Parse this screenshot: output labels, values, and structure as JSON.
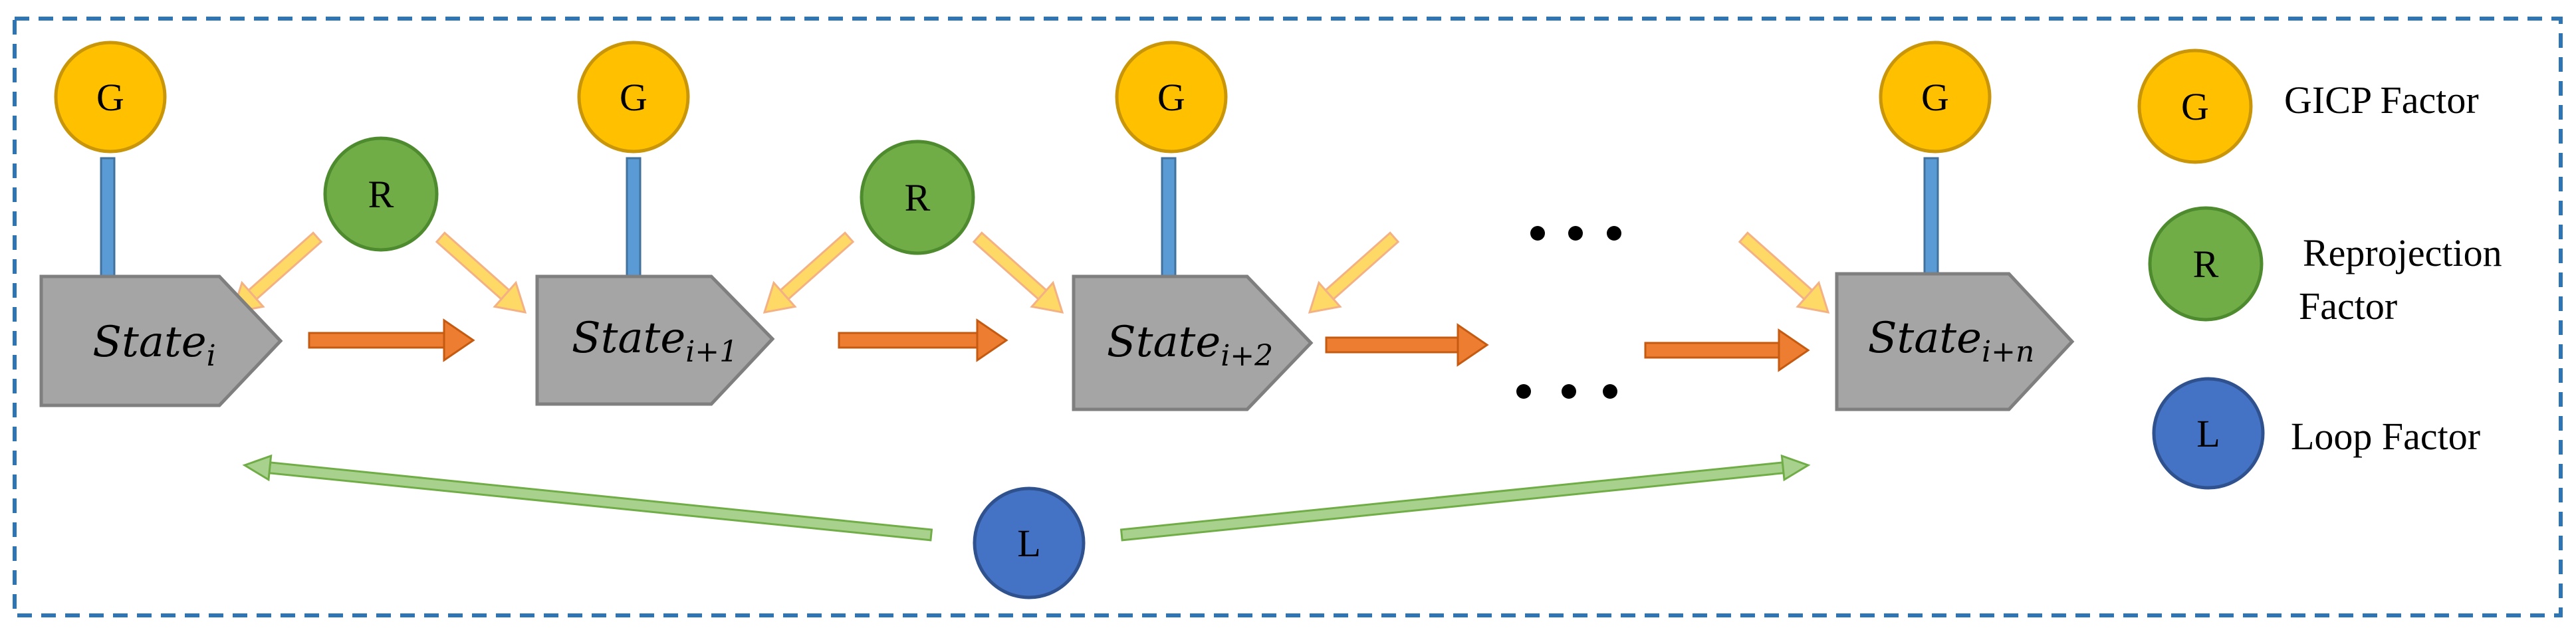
{
  "states": [
    {
      "base": "State",
      "sub": "i"
    },
    {
      "base": "State",
      "sub": "i+1"
    },
    {
      "base": "State",
      "sub": "i+2"
    },
    {
      "base": "State",
      "sub": "i+n"
    }
  ],
  "factors": {
    "gicp": {
      "letter": "G",
      "fill": "#FFC000",
      "stroke": "#C9960A"
    },
    "reprojection": {
      "letter": "R",
      "fill": "#70AD47",
      "stroke": "#4E8A2E"
    },
    "loop": {
      "letter": "L",
      "fill": "#4472C4",
      "stroke": "#2F528F"
    }
  },
  "colors": {
    "state_fill": "#A5A5A5",
    "state_stroke": "#7F7F7F",
    "gicp_arrow": "#5B9BD5",
    "reprojection_arrow": "#FFD966",
    "sequence_arrow": "#ED7D31",
    "loop_arrow": "#A9D18E",
    "frame_border": "#2E75B6"
  },
  "ellipsis": "• • •",
  "legend": [
    {
      "letter": "G",
      "label": "GICP Factor"
    },
    {
      "letter": "R",
      "label_line1": "Reprojection",
      "label_line2": "Factor"
    },
    {
      "letter": "L",
      "label": "Loop Factor"
    }
  ]
}
